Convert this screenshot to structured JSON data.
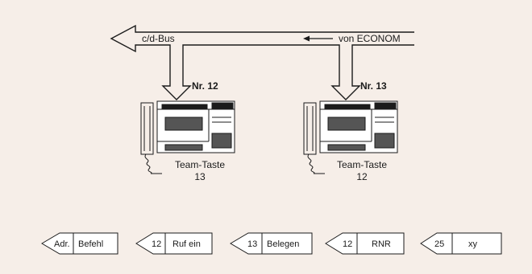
{
  "bus": {
    "label": "c/d-Bus",
    "source_label": "von ECONOM"
  },
  "stations": [
    {
      "number_label": "Nr. 12",
      "button_label": "Team-Taste",
      "button_target": "13"
    },
    {
      "number_label": "Nr. 13",
      "button_label": "Team-Taste",
      "button_target": "12"
    }
  ],
  "messages": [
    {
      "field1": "Adr.",
      "field2": "Befehl"
    },
    {
      "field1": "12",
      "field2": "Ruf ein"
    },
    {
      "field1": "13",
      "field2": "Belegen"
    },
    {
      "field1": "12",
      "field2": "RNR"
    },
    {
      "field1": "25",
      "field2": "xy"
    }
  ],
  "colors": {
    "background": "#f6eee8",
    "line": "#1b1b1b"
  }
}
